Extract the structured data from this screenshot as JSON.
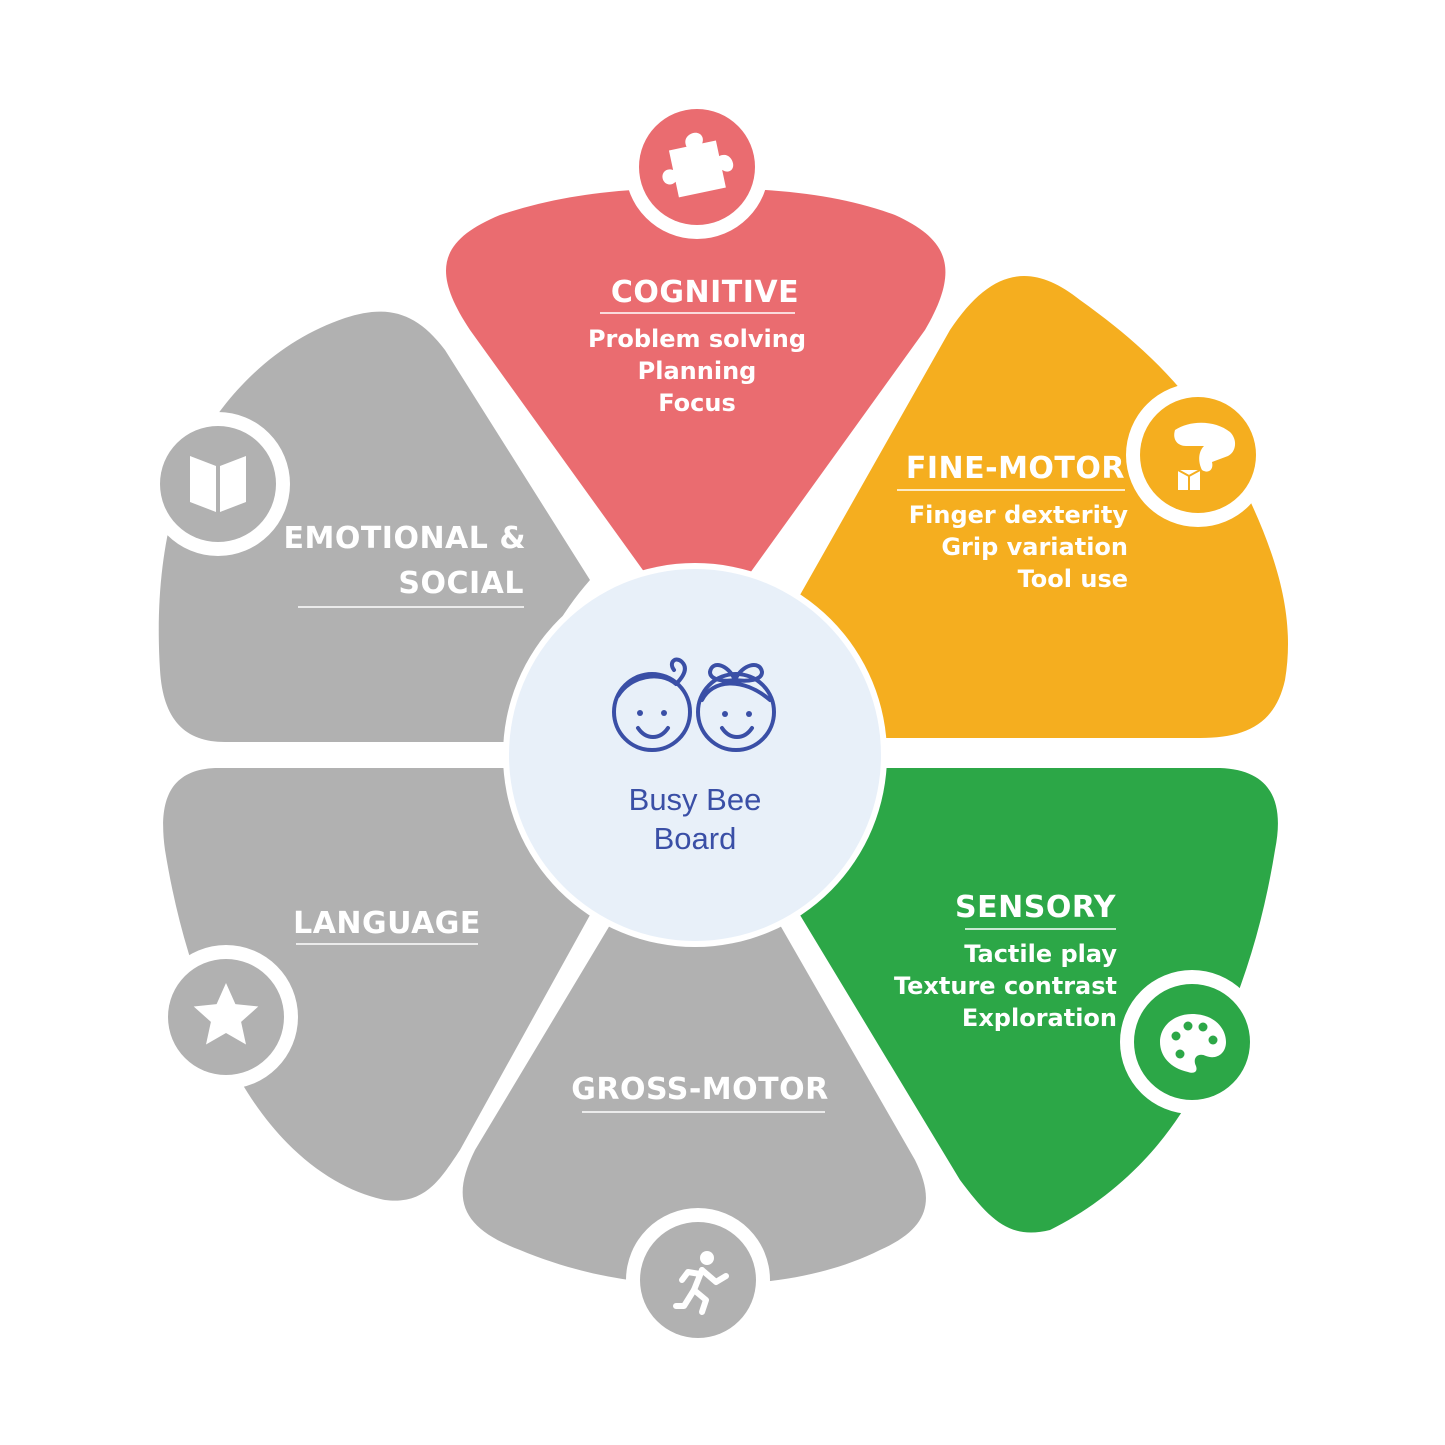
{
  "center": {
    "line1": "Busy Bee",
    "line2": "Board",
    "icon": "two-kids-faces-icon",
    "text_color": "#3a4fa6",
    "fill_color": "#e8f0f9"
  },
  "segments": [
    {
      "id": "cognitive",
      "title": "COGNITIVE",
      "items": [
        "Problem solving",
        "Planning",
        "Focus"
      ],
      "color": "#ea6c70",
      "icon": "puzzle-piece-icon"
    },
    {
      "id": "fine-motor",
      "title": "FINE-MOTOR",
      "items": [
        "Finger dexterity",
        "Grip variation",
        "Tool use"
      ],
      "color": "#f5ae1f",
      "icon": "hand-picking-block-icon"
    },
    {
      "id": "sensory",
      "title": "SENSORY",
      "items": [
        "Tactile play",
        "Texture contrast",
        "Exploration"
      ],
      "color": "#2ca747",
      "icon": "paint-palette-icon"
    },
    {
      "id": "gross-motor",
      "title": "GROSS-MOTOR",
      "items": [],
      "color": "#b1b1b1",
      "icon": "running-person-icon"
    },
    {
      "id": "language",
      "title": "LANGUAGE",
      "items": [],
      "color": "#b1b1b1",
      "icon": "star-icon"
    },
    {
      "id": "emotional-social",
      "title_lines": [
        "EMOTIONAL &",
        "SOCIAL"
      ],
      "items": [],
      "color": "#b1b1b1",
      "icon": "open-book-icon"
    }
  ]
}
